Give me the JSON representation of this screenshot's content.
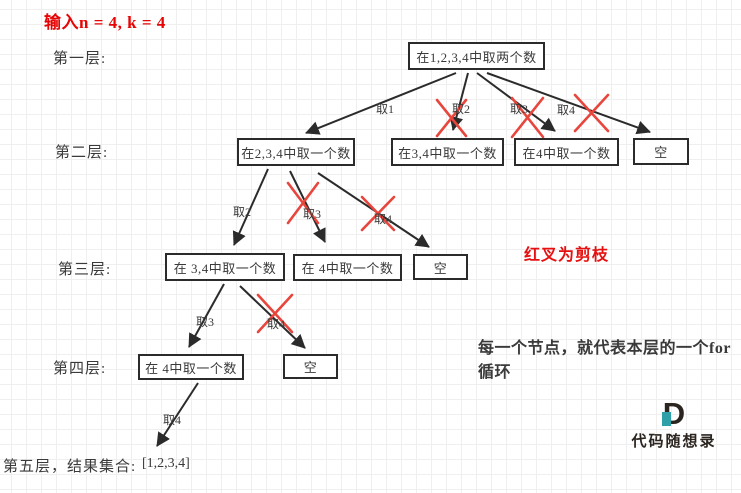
{
  "title": "输入n = 4, k = 4",
  "layer_labels": {
    "layer1": "第一层:",
    "layer2": "第二层:",
    "layer3": "第三层:",
    "layer4": "第四层:",
    "layer5": "第五层，结果集合:"
  },
  "nodes": {
    "root": "在1,2,3,4中取两个数",
    "l2_pick234": "在2,3,4中取一个数",
    "l2_pick34": "在3,4中取一个数",
    "l2_pick4": "在4中取一个数",
    "l2_empty": "空",
    "l3_pick34": "在 3,4中取一个数",
    "l3_pick4": "在 4中取一个数",
    "l3_empty": "空",
    "l4_pick4": "在 4中取一个数",
    "l4_empty": "空",
    "result": "[1,2,3,4]"
  },
  "edge_labels": {
    "root_take1": "取1",
    "root_take2": "取2",
    "root_take3": "取3",
    "root_take4": "取4",
    "l2_take2": "取2",
    "l2_take3": "取3",
    "l2_take4": "取4",
    "l3_take3": "取3",
    "l3_take4": "取4",
    "l4_take4": "取4"
  },
  "annotations": {
    "prune_note": "红叉为剪枝",
    "loop_note": "每一个节点，就代表本层的一个for循环"
  },
  "watermark": {
    "logo_letter": "D",
    "brand": "代码随想录"
  },
  "colors": {
    "highlight_red": "#e60505",
    "prune_red": "#e8453c",
    "edge_black": "#2b2b2b",
    "teal_accent": "#2f9fa8"
  }
}
